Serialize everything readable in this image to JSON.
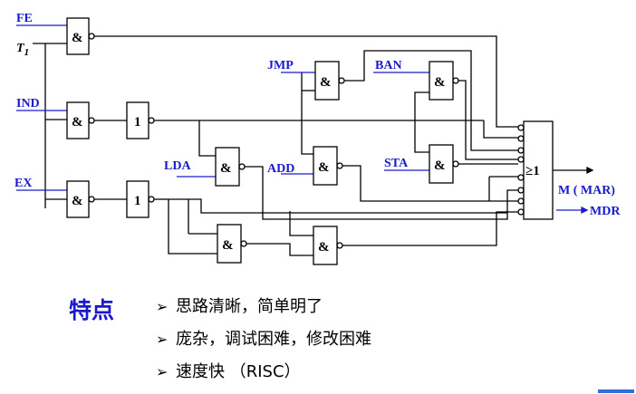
{
  "diagram": {
    "inputs": {
      "fe": "FE",
      "t1": "T",
      "t1_sub": "1",
      "ind": "IND",
      "ex": "EX",
      "jmp": "JMP",
      "ban": "BAN",
      "lda": "LDA",
      "add": "ADD",
      "sta": "STA"
    },
    "gate_symbols": {
      "and": "&",
      "not": "1",
      "or": "≥1"
    },
    "outputs": {
      "m_mar": "M ( MAR)",
      "mdr": "MDR"
    }
  },
  "features": {
    "title": "特点",
    "items": [
      "思路清晰，简单明了",
      "庞杂，调试困难，修改困难",
      "速度快 （RISC）"
    ]
  },
  "colors": {
    "signal_text": "#1a1acc",
    "wires": "#000000",
    "accent_bar": "#2f6fd6"
  }
}
